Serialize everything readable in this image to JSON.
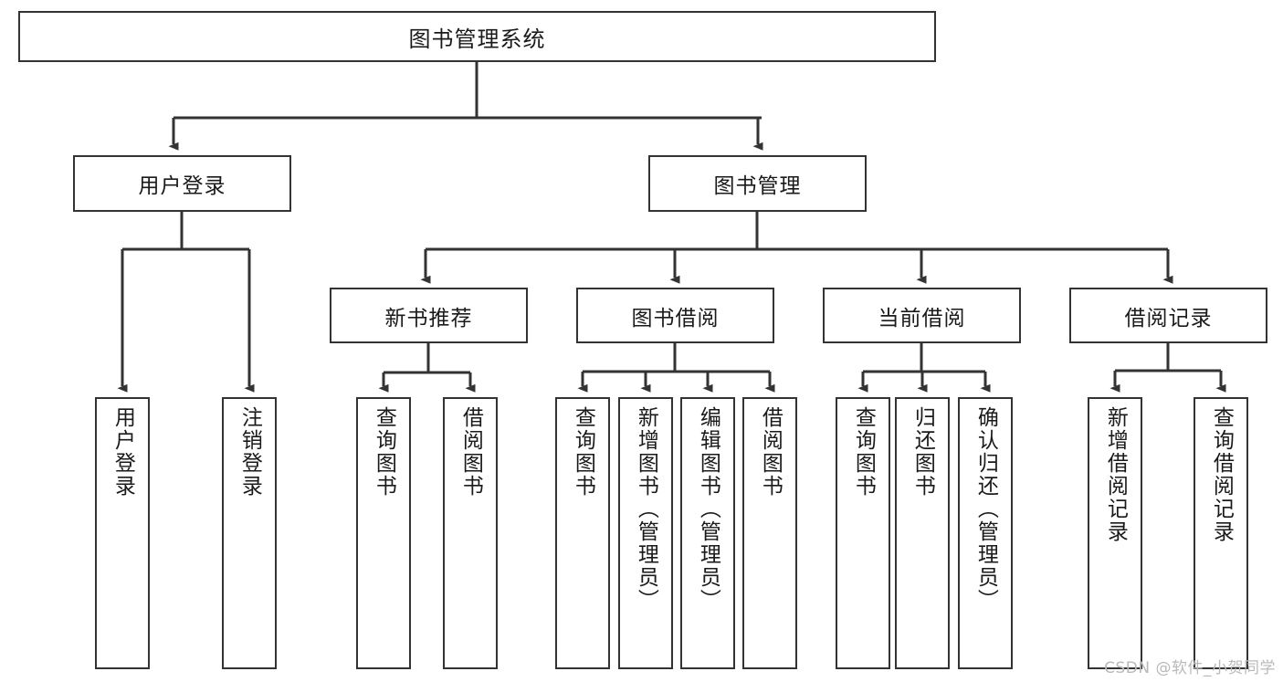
{
  "diagram": {
    "type": "tree-hierarchy-chart",
    "title": "图书管理系统",
    "colors": {
      "box_border": "#333333",
      "box_fill": "#ffffff",
      "connector": "#333333",
      "background": "#ffffff",
      "watermark": "#b9b9b9"
    },
    "watermark": "CSDN @软件_小贺同学",
    "root": {
      "label": "图书管理系统"
    },
    "level1": [
      {
        "label": "用户登录"
      },
      {
        "label": "图书管理"
      }
    ],
    "level2": [
      {
        "label": "新书推荐"
      },
      {
        "label": "图书借阅"
      },
      {
        "label": "当前借阅"
      },
      {
        "label": "借阅记录"
      }
    ],
    "leaves": {
      "user_login": [
        {
          "label": "用户登录"
        },
        {
          "label": "注销登录"
        }
      ],
      "new_book_recommend": [
        {
          "label": "查询图书"
        },
        {
          "label": "借阅图书"
        }
      ],
      "book_borrow": [
        {
          "label": "查询图书"
        },
        {
          "label": "新增图书（管理员）"
        },
        {
          "label": "编辑图书（管理员）"
        },
        {
          "label": "借阅图书"
        }
      ],
      "current_borrow": [
        {
          "label": "查询图书"
        },
        {
          "label": "归还图书"
        },
        {
          "label": "确认归还（管理员）"
        }
      ],
      "borrow_record": [
        {
          "label": "新增借阅记录"
        },
        {
          "label": "查询借阅记录"
        }
      ]
    }
  }
}
